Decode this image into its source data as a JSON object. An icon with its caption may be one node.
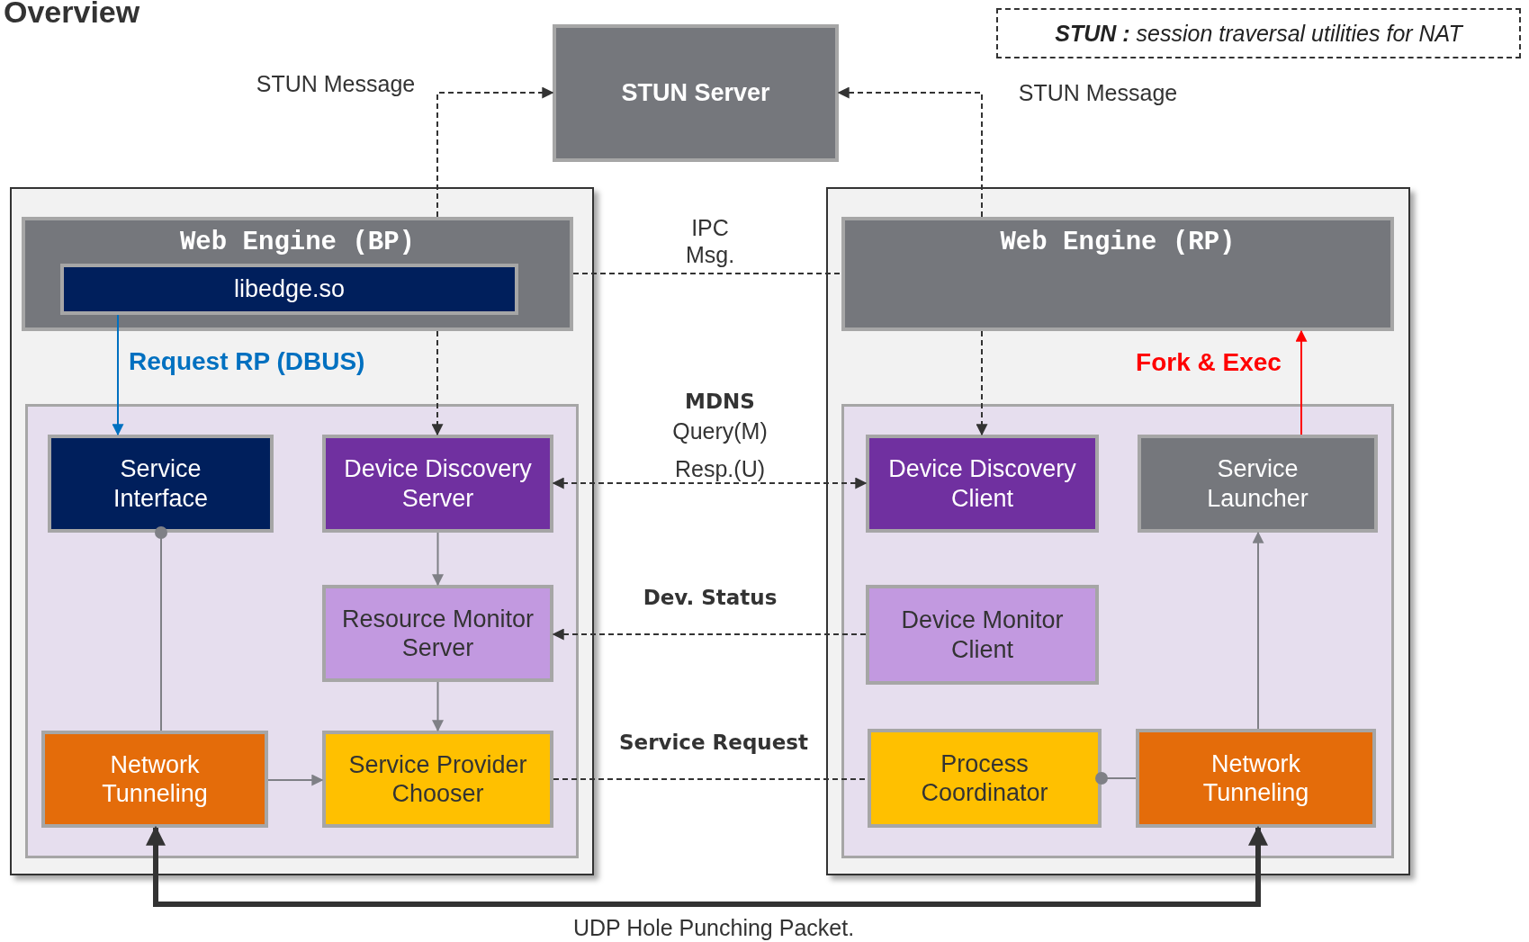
{
  "diagram": {
    "title": "Overview",
    "nodes": [
      {
        "text": [
          "STUN Server"
        ]
      },
      {
        "text": [
          "**STUN :** session traversal utilities for NAT"
        ]
      },
      {
        "text": [],
        "shape": "box"
      },
      {
        "text": [
          "Web Engine (BP)"
        ],
        "in": 2
      },
      {
        "text": [
          "libedge.so"
        ],
        "in": 3
      },
      {
        "text": [],
        "shape": "box",
        "in": 2
      },
      {
        "text": [
          "Service Interface"
        ],
        "in": 5
      },
      {
        "text": [
          "Device Discovery Server"
        ],
        "in": 5
      },
      {
        "text": [
          "Resource Monitor Server"
        ],
        "in": 5
      },
      {
        "text": [
          "Network Tunneling"
        ],
        "in": 5
      },
      {
        "text": [
          "Service Provider Chooser"
        ],
        "in": 5
      },
      {
        "text": [],
        "shape": "box"
      },
      {
        "text": [
          "Web Engine (RP)"
        ],
        "in": 11
      },
      {
        "text": [],
        "shape": "box",
        "in": 11
      },
      {
        "text": [
          "Device Discovery Client"
        ],
        "in": 13
      },
      {
        "text": [
          "Service Launcher"
        ],
        "in": 13
      },
      {
        "text": [
          "Device Monitor Client"
        ],
        "in": 13
      },
      {
        "text": [
          "Process Coordinator"
        ],
        "in": 13
      },
      {
        "text": [
          "Network Tunneling"
        ],
        "in": 13
      }
    ],
    "edges": [
      {
        "from": 3,
        "to": 0,
        "arrow": "to",
        "style": "dashed",
        "label": "STUN Message"
      },
      {
        "from": 12,
        "to": 0,
        "arrow": "to",
        "style": "dashed",
        "label": "STUN Message"
      },
      {
        "from": 3,
        "to": 12,
        "arrow": "none",
        "style": "dashed",
        "label": "IPC Msg."
      },
      {
        "from": 4,
        "to": 6,
        "arrow": "to",
        "color": "#0070c0",
        "label": "Request RP (DBUS)"
      },
      {
        "from": 3,
        "to": 7,
        "arrow": "to",
        "style": "dashed"
      },
      {
        "from": 12,
        "to": 14,
        "arrow": "to",
        "style": "dashed"
      },
      {
        "from": 15,
        "to": 12,
        "arrow": "to",
        "color": "#ff0000",
        "label": "Fork & Exec"
      },
      {
        "from": 7,
        "to": 14,
        "arrow": "both",
        "style": "dashed",
        "label": "Resp.(U)"
      },
      {
        "from": 16,
        "to": 8,
        "arrow": "to",
        "style": "dashed",
        "label": "Dev. Status"
      },
      {
        "from": 7,
        "to": 8,
        "arrow": "to",
        "color": "#7f8086"
      },
      {
        "from": 8,
        "to": 10,
        "arrow": "to",
        "color": "#7f8086"
      },
      {
        "from": 9,
        "to": 10,
        "arrow": "to",
        "color": "#7f8086"
      },
      {
        "from": 9,
        "to": 6,
        "arrow": "other",
        "color": "#7f8086"
      },
      {
        "from": 10,
        "to": 17,
        "arrow": "none",
        "style": "dashed",
        "label": "Service Request"
      },
      {
        "from": 18,
        "to": 17,
        "arrow": "other",
        "color": "#7f8086"
      },
      {
        "from": 18,
        "to": 15,
        "arrow": "to",
        "color": "#7f8086"
      },
      {
        "from": 9,
        "to": 18,
        "arrow": "both",
        "style": "thick",
        "label": "UDP Hole Punching Packet."
      }
    ],
    "labels": [
      "MDNS",
      "Query(M)"
    ]
  }
}
